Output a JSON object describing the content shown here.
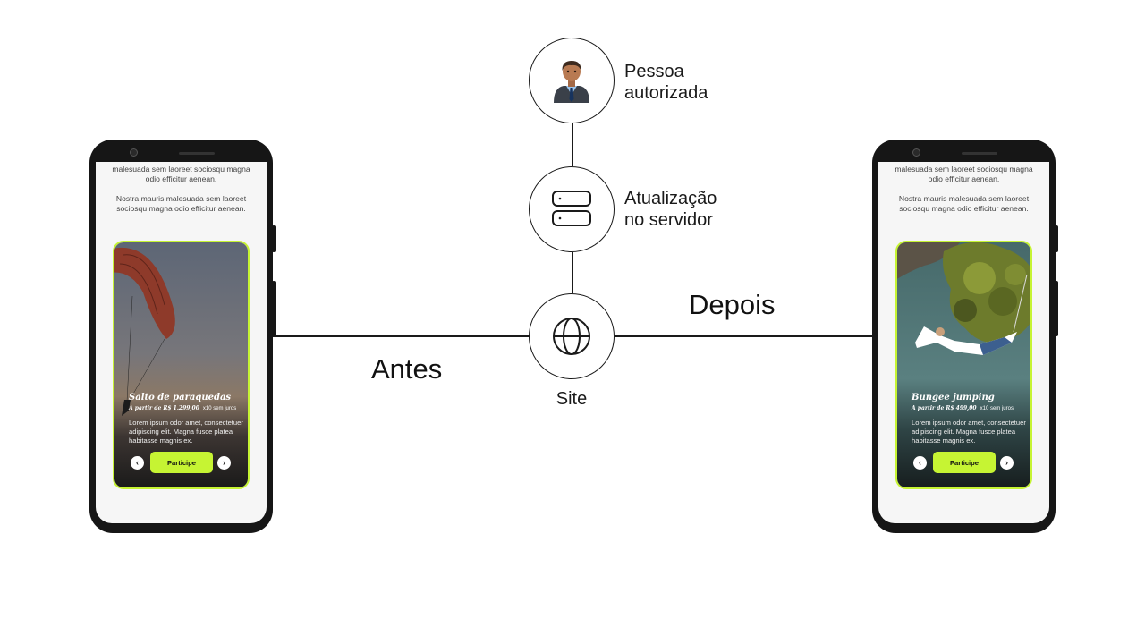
{
  "nodes": {
    "person": {
      "label_line1": "Pessoa",
      "label_line2": "autorizada"
    },
    "server": {
      "label_line1": "Atualização",
      "label_line2": "no servidor"
    },
    "site": {
      "label": "Site"
    }
  },
  "labels": {
    "before": "Antes",
    "after": "Depois"
  },
  "phones": {
    "before": {
      "intro_line1": "malesuada sem laoreet sociosqu magna",
      "intro_line2": "odio efficitur aenean.",
      "intro2_line1": "Nostra mauris malesuada sem laoreet",
      "intro2_line2": "sociosqu magna odio efficitur aenean.",
      "card": {
        "title": "Salto de paraquedas",
        "price": "A partir de R$ 1.299,00",
        "installments": "x10 sem juros",
        "description": "Lorem ipsum odor amet, consectetuer adipiscing elit. Magna fusce platea habitasse magnis ex.",
        "cta": "Participe",
        "prev_icon": "chevron-left-icon",
        "next_icon": "chevron-right-icon"
      }
    },
    "after": {
      "intro_line1": "malesuada sem laoreet sociosqu magna",
      "intro_line2": "odio efficitur aenean.",
      "intro2_line1": "Nostra mauris malesuada sem laoreet",
      "intro2_line2": "sociosqu magna odio efficitur aenean.",
      "card": {
        "title": "Bungee jumping",
        "price": "A partir de R$ 499,00",
        "installments": "x10 sem juros",
        "description": "Lorem ipsum odor amet, consectetuer adipiscing elit. Magna fusce platea habitasse magnis ex.",
        "cta": "Participe",
        "prev_icon": "chevron-left-icon",
        "next_icon": "chevron-right-icon"
      }
    }
  },
  "colors": {
    "accent": "#c6f433",
    "line": "#1a1a1a",
    "phone_frame": "#161616"
  }
}
